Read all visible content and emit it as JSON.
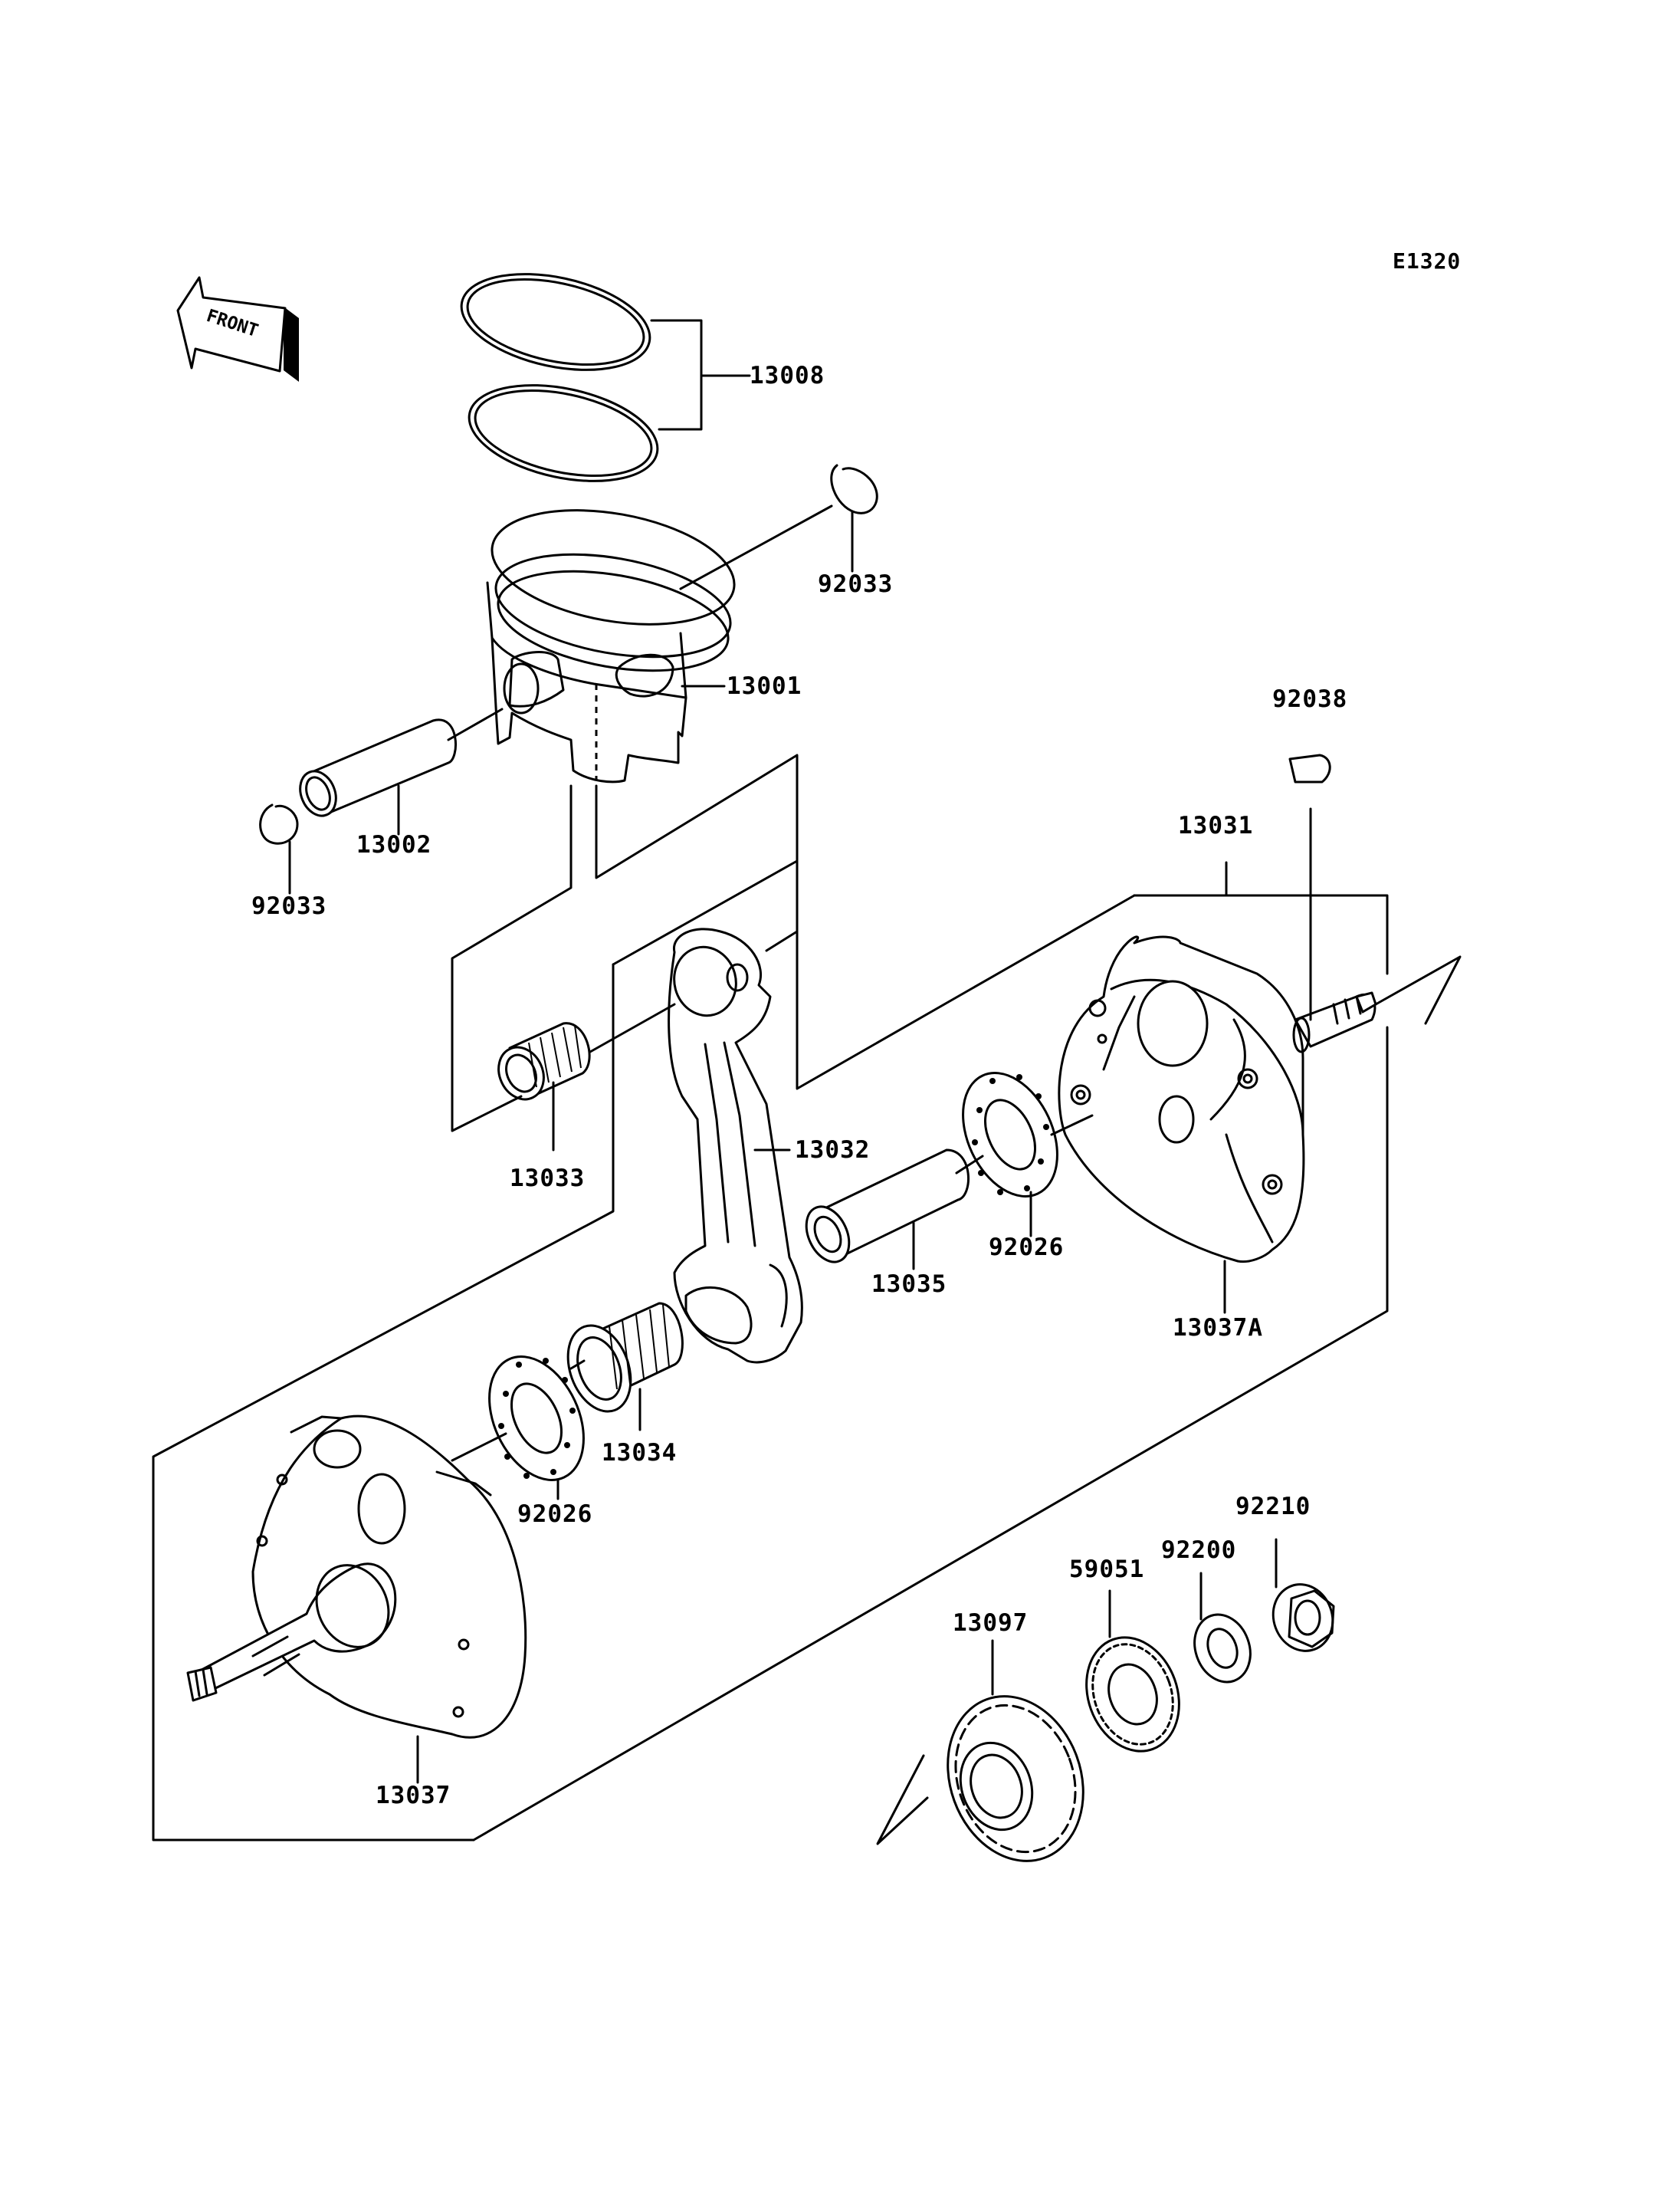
{
  "diagram_ref": "E1320",
  "front_label": "FRONT",
  "parts": [
    {
      "id": "p13008",
      "number": "13008",
      "name": "piston-ring-set"
    },
    {
      "id": "p92033a",
      "number": "92033",
      "name": "circlip-right"
    },
    {
      "id": "p13001",
      "number": "13001",
      "name": "piston"
    },
    {
      "id": "p13002",
      "number": "13002",
      "name": "piston-pin"
    },
    {
      "id": "p92033b",
      "number": "92033",
      "name": "circlip-left"
    },
    {
      "id": "p92038",
      "number": "92038",
      "name": "woodruff-key"
    },
    {
      "id": "p13031",
      "number": "13031",
      "name": "crankshaft-assembly"
    },
    {
      "id": "p13033",
      "number": "13033",
      "name": "small-end-needle-bearing"
    },
    {
      "id": "p13032",
      "number": "13032",
      "name": "connecting-rod"
    },
    {
      "id": "p13035",
      "number": "13035",
      "name": "crank-pin"
    },
    {
      "id": "p92026a",
      "number": "92026",
      "name": "thrust-washer-right"
    },
    {
      "id": "p13037A",
      "number": "13037A",
      "name": "flywheel-right"
    },
    {
      "id": "p13034",
      "number": "13034",
      "name": "big-end-needle-bearing"
    },
    {
      "id": "p92026b",
      "number": "92026",
      "name": "thrust-washer-left"
    },
    {
      "id": "p92210",
      "number": "92210",
      "name": "flange-nut"
    },
    {
      "id": "p59051",
      "number": "59051",
      "name": "balancer-gear"
    },
    {
      "id": "p92200",
      "number": "92200",
      "name": "washer"
    },
    {
      "id": "p13097",
      "number": "13097",
      "name": "primary-gear"
    },
    {
      "id": "p13037",
      "number": "13037",
      "name": "flywheel-left"
    }
  ]
}
